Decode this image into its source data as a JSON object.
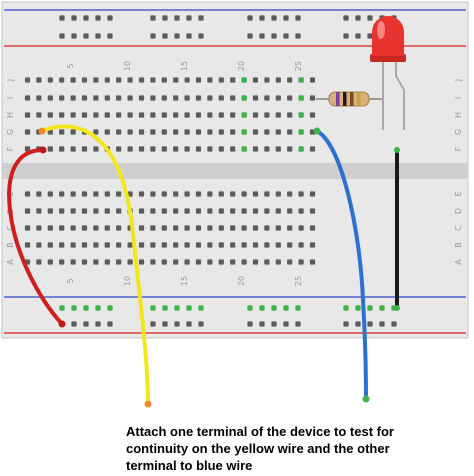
{
  "breadboard": {
    "column_numbers": [
      "5",
      "10",
      "15",
      "20",
      "25"
    ],
    "row_letters_top": [
      "J",
      "I",
      "H",
      "G",
      "F"
    ],
    "row_letters_bottom": [
      "E",
      "D",
      "C",
      "B",
      "A"
    ],
    "colors": {
      "board": "#e8e8e8",
      "hole": "#5b5b5b",
      "active_hole": "#3fb24a",
      "rail_red": "#d9433f",
      "rail_blue": "#4a63c7",
      "channel": "#cfcfcf"
    }
  },
  "components": {
    "led": {
      "color": "#e8332f"
    },
    "resistor": {
      "body_color": "#d9b07a",
      "bands": [
        "#7b3fa0",
        "#1c1c1c",
        "#7a4a1e",
        "#c9a23a"
      ]
    }
  },
  "wires": [
    {
      "name": "red-wire",
      "color": "#d41c1c"
    },
    {
      "name": "yellow-wire",
      "color": "#f3e61a"
    },
    {
      "name": "blue-wire",
      "color": "#2f6fd1"
    },
    {
      "name": "black-wire",
      "color": "#1a1a1a"
    }
  ],
  "caption": {
    "line1": "Attach one terminal of the device to test for",
    "line2": "continuity on the yellow wire and the other",
    "line3": "terminal to blue wire"
  }
}
